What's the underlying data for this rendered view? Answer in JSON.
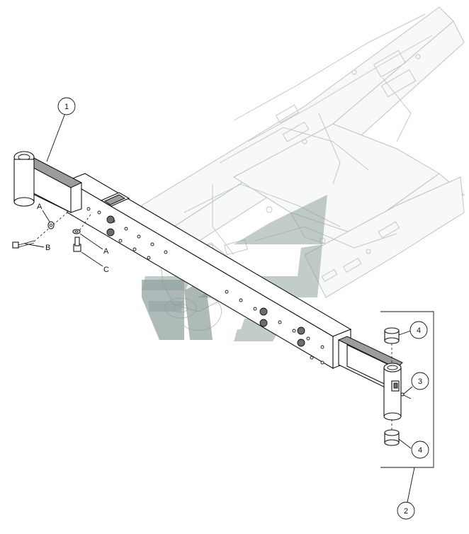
{
  "diagram": {
    "callouts": {
      "item1": "1",
      "item2": "2",
      "item3": "3",
      "item4_top": "4",
      "item4_bottom": "4",
      "label_a_upper": "A",
      "label_b": "B",
      "label_a_lower": "A",
      "label_c": "C"
    }
  }
}
